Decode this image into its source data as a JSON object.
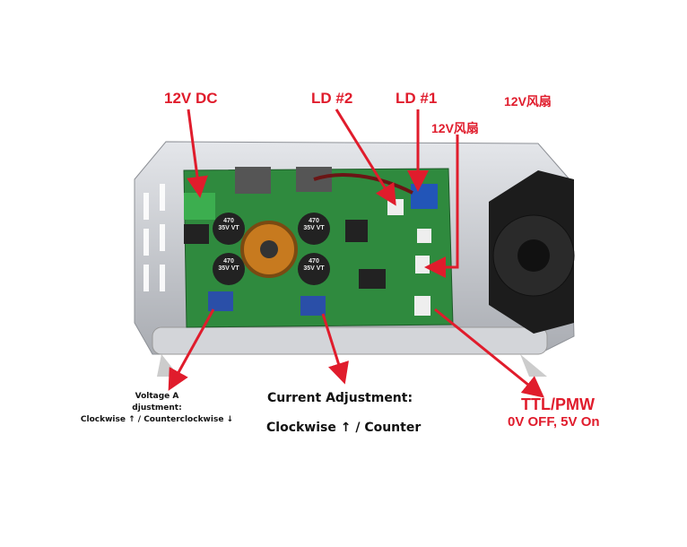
{
  "labels": {
    "dc_input": "12V DC",
    "ld2": "LD #2",
    "ld1": "LD #1",
    "fan_connector": "12V风扇",
    "fan": "12V风扇",
    "ttl_title": "TTL/PMW",
    "ttl_desc": "0V OFF, 5V On"
  },
  "notes": {
    "voltage_line1": "Voltage A",
    "voltage_line2": "djustment:",
    "voltage_line3": "Clockwise ↑ / Counterclockwise ↓",
    "current_line1": "Current Adjustment:",
    "current_line2": "Clockwise ↑ / Counter"
  },
  "components": {
    "cap_text": "470 35V VT"
  },
  "colors": {
    "annotation": "#e01c2c",
    "pcb": "#2f8a3e",
    "case": "#c9cbcf"
  }
}
